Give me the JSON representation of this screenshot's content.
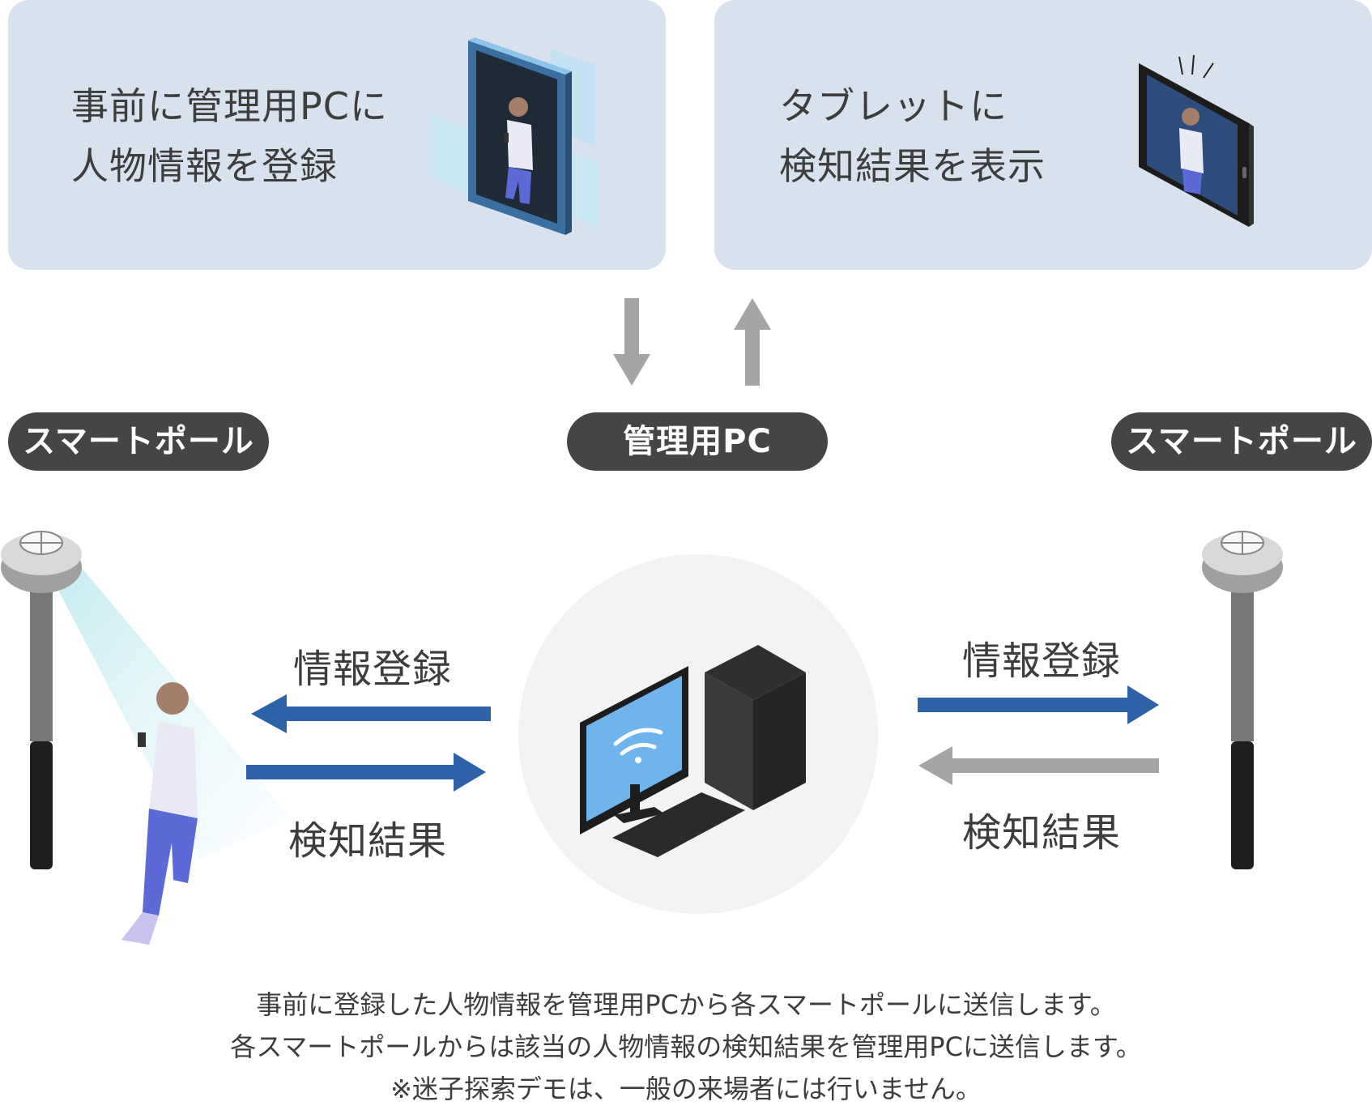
{
  "panels": {
    "left": {
      "lines": [
        "事前に管理用PCに",
        "人物情報を登録"
      ]
    },
    "right": {
      "lines": [
        "タブレットに",
        "検知結果を表示"
      ]
    }
  },
  "nodes": {
    "left_pole": "スマートポール",
    "center_pc": "管理用PC",
    "right_pole": "スマートポール"
  },
  "flows": {
    "left_top": "情報登録",
    "left_bottom": "検知結果",
    "right_top": "情報登録",
    "right_bottom": "検知結果"
  },
  "caption": [
    "事前に登録した人物情報を管理用PCから各スマートポールに送信します。",
    "各スマートポールからは該当の人物情報の検知結果を管理用PCに送信します。",
    "※迷子探索デモは、一般の来場者には行いません。"
  ],
  "colors": {
    "panel": "#d8e2ef",
    "pill": "#454545",
    "arrow_blue": "#2e62a8",
    "arrow_gray": "#a5a5a5",
    "circle": "#f3f3f3"
  },
  "icons": [
    "registration-screen-icon",
    "tablet-icon",
    "smart-pole-icon",
    "person-icon",
    "computer-icon",
    "wifi-icon"
  ]
}
